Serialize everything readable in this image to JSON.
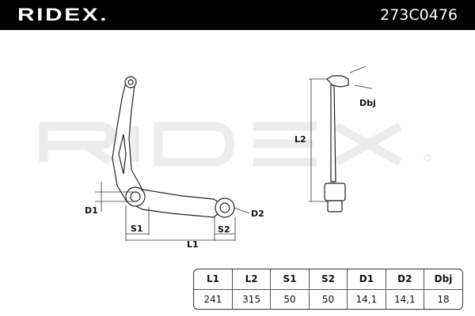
{
  "header": {
    "brand": "RIDEX.",
    "part_number": "273C0476"
  },
  "watermark": "RIDEX",
  "drawing_labels": {
    "d1": "D1",
    "s1": "S1",
    "l1": "L1",
    "s2": "S2",
    "d2": "D2",
    "l2": "L2",
    "dbj": "Dbj"
  },
  "spec_table": {
    "headers": [
      "L1",
      "L2",
      "S1",
      "S2",
      "D1",
      "D2",
      "Dbj"
    ],
    "values": [
      "241",
      "315",
      "50",
      "50",
      "14,1",
      "14,1",
      "18"
    ]
  }
}
